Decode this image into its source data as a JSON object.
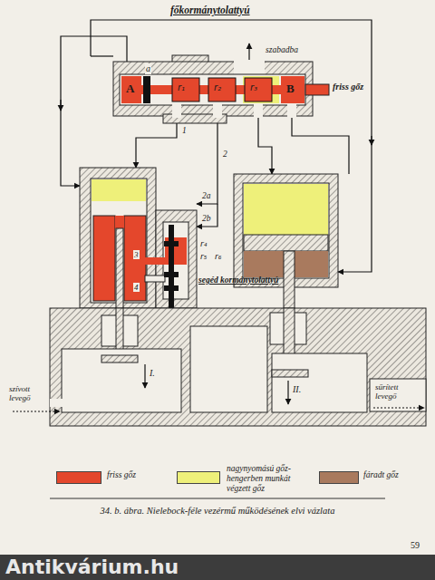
{
  "diagram": {
    "caption": "34. b. ábra. Nielebock-féle vezérmű működésének elvi vázlata",
    "labels": [
      "főkormánytolattyú",
      "szabadba",
      "A",
      "a",
      "r₁",
      "r₂",
      "r₃",
      "B",
      "friss gőz",
      "1",
      "2",
      "2a",
      "2b",
      "r₄",
      "3",
      "4",
      "r₅",
      "r₆",
      "segéd kormánytolattyú",
      "I.",
      "II.",
      "szívott levegő",
      "sűrített levegő",
      "59",
      "Antikvárium.hu"
    ],
    "legend": [
      {
        "text": "friss gőz",
        "color": "#e4472c"
      },
      {
        "text": "nagynyomású gőz- hengerben munkát végzett gőz",
        "color": "#eef07a"
      },
      {
        "text": "fáradt gőz",
        "color": "#a97a5e"
      }
    ]
  }
}
